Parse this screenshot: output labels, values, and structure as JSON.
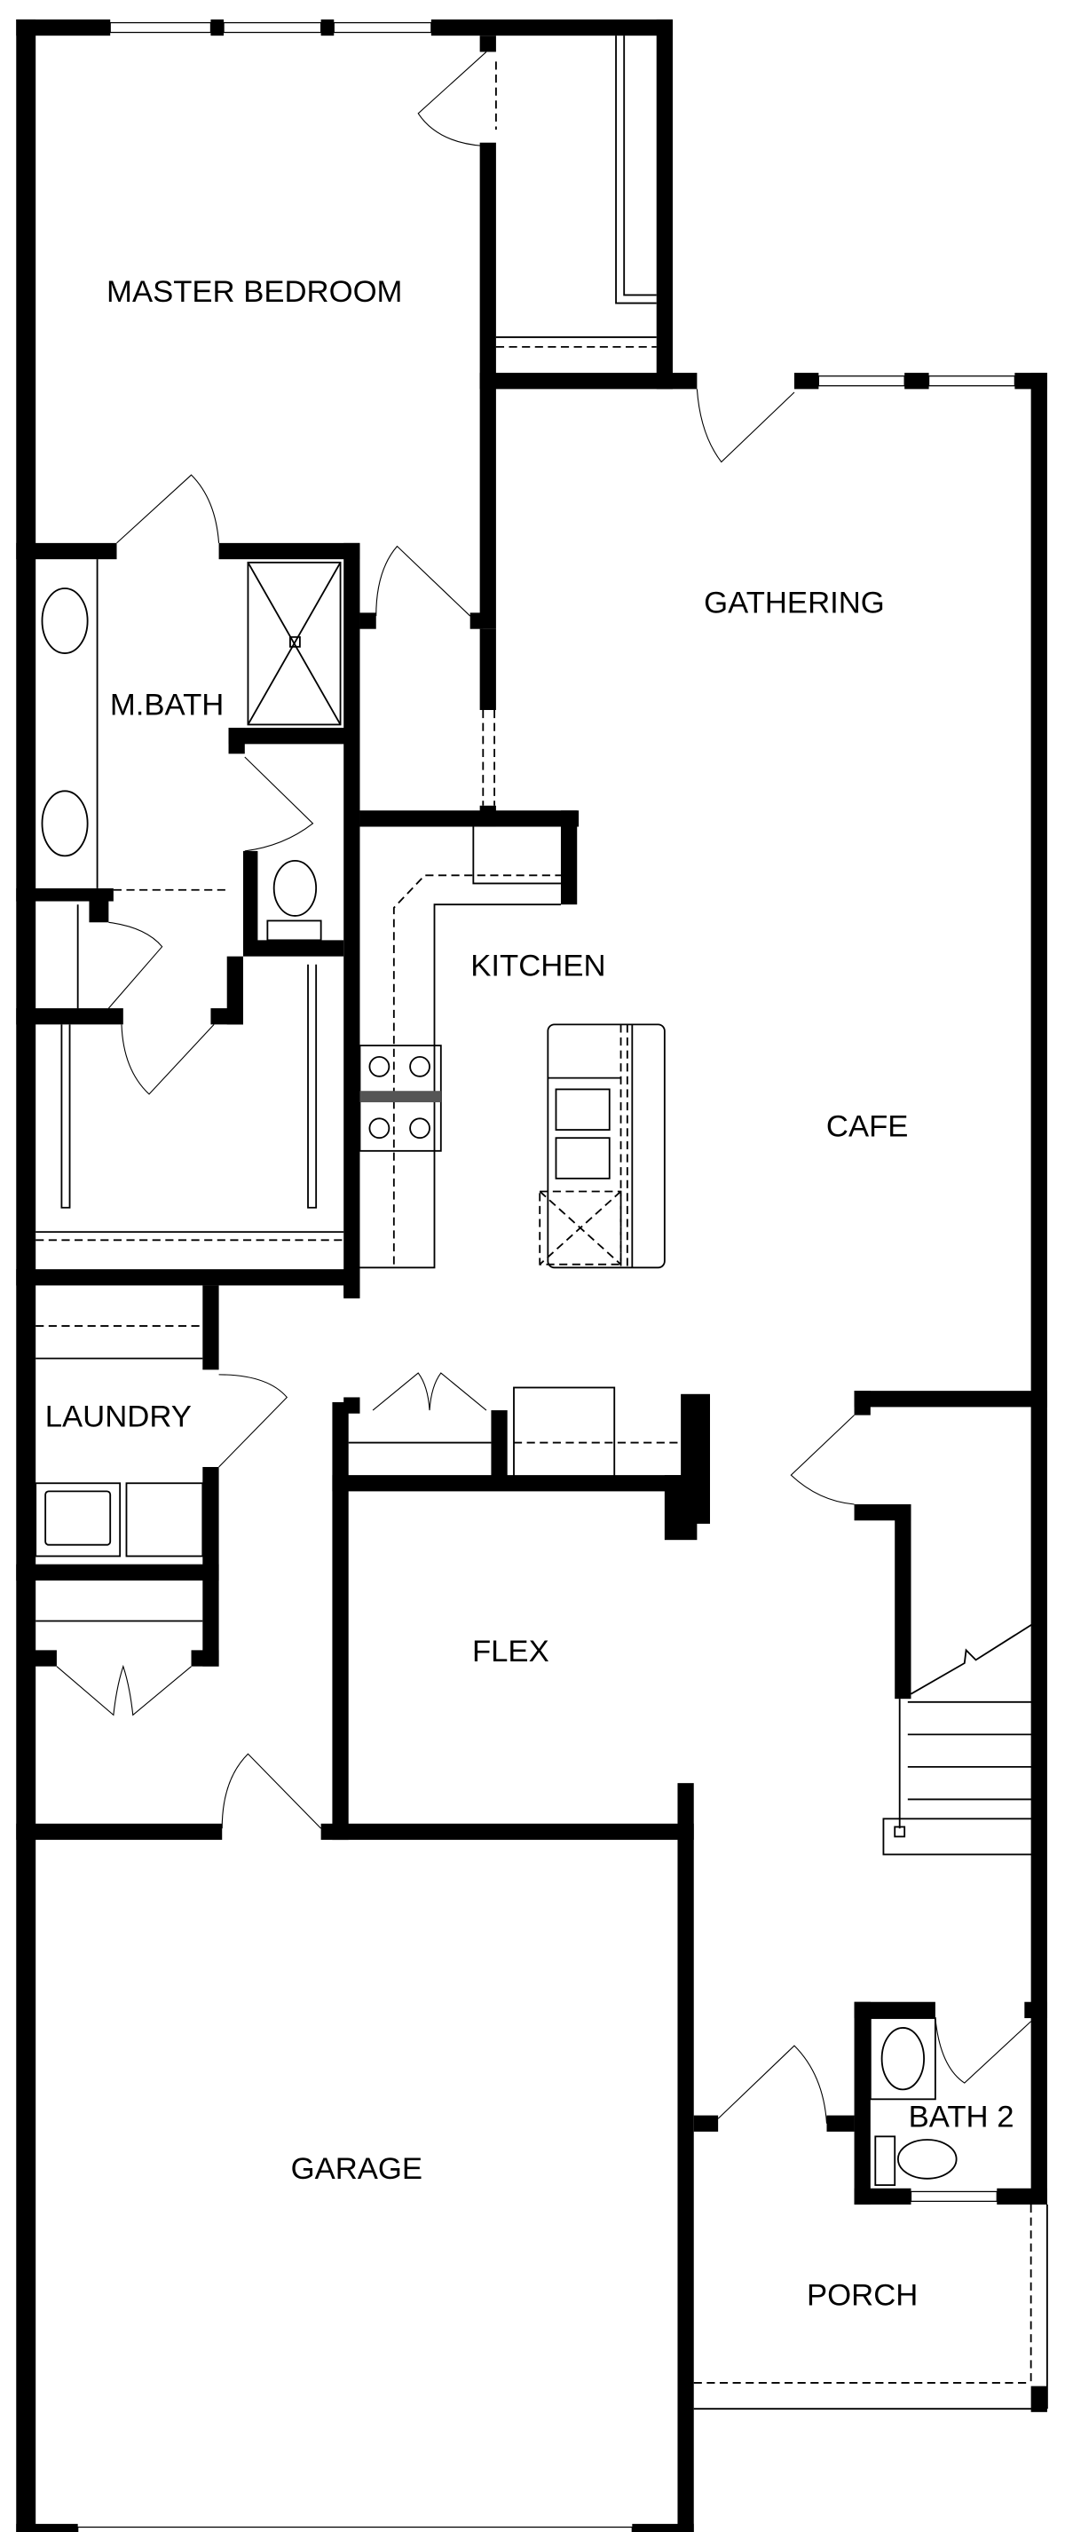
{
  "plan": {
    "rooms": {
      "master_bedroom": "MASTER BEDROOM",
      "gathering": "GATHERING",
      "master_bath": "M.BATH",
      "kitchen": "KITCHEN",
      "cafe": "CAFE",
      "laundry": "LAUNDRY",
      "flex": "FLEX",
      "garage": "GARAGE",
      "bath_2": "BATH 2",
      "porch": "PORCH"
    },
    "colors": {
      "wall": "#000000",
      "background": "#ffffff",
      "range_divider": "#555555"
    }
  }
}
